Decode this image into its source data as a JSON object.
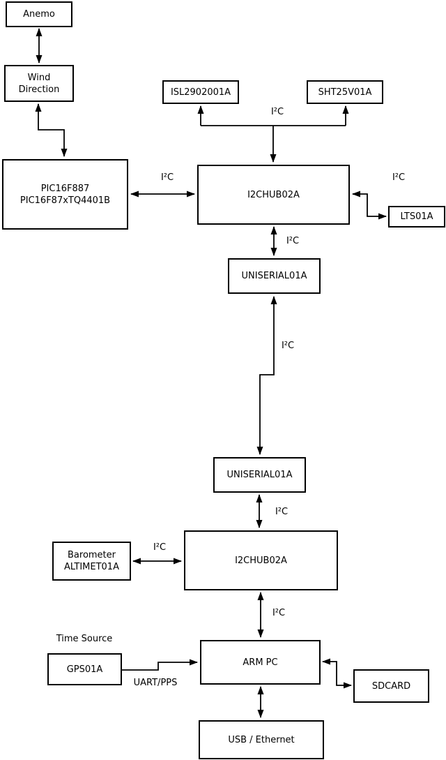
{
  "diagram": {
    "background_color": "#ffffff",
    "line_color": "#000000",
    "nodes": [
      {
        "id": "anemo",
        "label": "Anemo"
      },
      {
        "id": "wind-direction",
        "label": "Wind\nDirection"
      },
      {
        "id": "pic",
        "label": "PIC16F887\nPIC16F87xTQ4401B"
      },
      {
        "id": "isl",
        "label": "ISL2902001A"
      },
      {
        "id": "sht",
        "label": "SHT25V01A"
      },
      {
        "id": "i2chub-1",
        "label": "I2CHUB02A"
      },
      {
        "id": "lts",
        "label": "LTS01A"
      },
      {
        "id": "uniserial-1",
        "label": "UNISERIAL01A"
      },
      {
        "id": "uniserial-2",
        "label": "UNISERIAL01A"
      },
      {
        "id": "i2chub-2",
        "label": "I2CHUB02A"
      },
      {
        "id": "barometer",
        "label": "Barometer\nALTIMET01A"
      },
      {
        "id": "gps",
        "label": "GPS01A"
      },
      {
        "id": "arm-pc",
        "label": "ARM PC"
      },
      {
        "id": "sdcard",
        "label": "SDCARD"
      },
      {
        "id": "usb-ethernet",
        "label": "USB / Ethernet"
      }
    ],
    "edge_labels": [
      {
        "id": "bus-isl-sht",
        "text": "I²C"
      },
      {
        "id": "pic-to-hub1",
        "text": "I²C"
      },
      {
        "id": "hub1-to-lts",
        "text": "I²C"
      },
      {
        "id": "hub1-to-uniserial1",
        "text": "I²C"
      },
      {
        "id": "uniserial1-to-uniserial2",
        "text": "I²C"
      },
      {
        "id": "uniserial2-to-hub2",
        "text": "I²C"
      },
      {
        "id": "barometer-to-hub2",
        "text": "I²C"
      },
      {
        "id": "hub2-to-armpc",
        "text": "I²C"
      },
      {
        "id": "gps-caption",
        "text": "Time Source"
      },
      {
        "id": "gps-to-armpc",
        "text": "UART/PPS"
      }
    ],
    "edges": [
      {
        "from": "anemo",
        "to": "wind-direction",
        "style": "bidirectional"
      },
      {
        "from": "wind-direction",
        "to": "pic",
        "style": "bidirectional"
      },
      {
        "from": "pic",
        "to": "i2chub-1",
        "style": "bidirectional",
        "label": "I²C"
      },
      {
        "from": "i2chub-1",
        "to": "isl",
        "style": "bus",
        "label": "I²C"
      },
      {
        "from": "i2chub-1",
        "to": "sht",
        "style": "bus",
        "label": "I²C"
      },
      {
        "from": "i2chub-1",
        "to": "lts",
        "style": "bidirectional",
        "label": "I²C"
      },
      {
        "from": "i2chub-1",
        "to": "uniserial-1",
        "style": "bidirectional",
        "label": "I²C"
      },
      {
        "from": "uniserial-1",
        "to": "uniserial-2",
        "style": "bidirectional",
        "label": "I²C"
      },
      {
        "from": "uniserial-2",
        "to": "i2chub-2",
        "style": "bidirectional",
        "label": "I²C"
      },
      {
        "from": "barometer",
        "to": "i2chub-2",
        "style": "bidirectional",
        "label": "I²C"
      },
      {
        "from": "i2chub-2",
        "to": "arm-pc",
        "style": "bidirectional",
        "label": "I²C"
      },
      {
        "from": "gps",
        "to": "arm-pc",
        "style": "directed",
        "label": "UART/PPS"
      },
      {
        "from": "arm-pc",
        "to": "sdcard",
        "style": "bidirectional"
      },
      {
        "from": "arm-pc",
        "to": "usb-ethernet",
        "style": "bidirectional"
      }
    ]
  }
}
